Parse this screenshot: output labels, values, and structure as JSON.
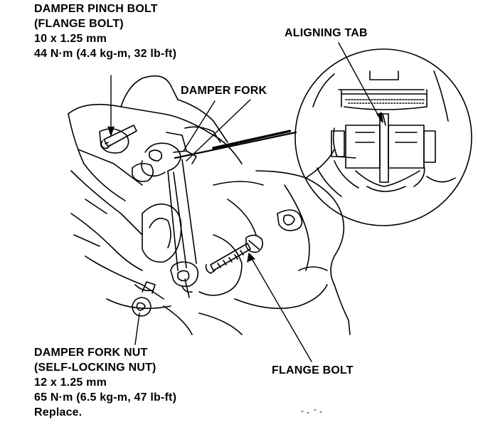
{
  "diagram": {
    "callouts": {
      "damper_pinch_bolt": {
        "name": "DAMPER PINCH BOLT",
        "subname": "(FLANGE BOLT)",
        "size": "10 x 1.25 mm",
        "torque": "44 N·m (4.4 kg-m, 32 lb-ft)"
      },
      "damper_fork": {
        "name": "DAMPER FORK"
      },
      "aligning_tab": {
        "name": "ALIGNING TAB"
      },
      "damper_fork_nut": {
        "name": "DAMPER FORK NUT",
        "subname": "(SELF-LOCKING NUT)",
        "size": "12 x 1.25 mm",
        "torque": "65 N·m (6.5 kg-m, 47 lb-ft)",
        "note": "Replace."
      },
      "flange_bolt": {
        "name": "FLANGE BOLT"
      }
    },
    "colors": {
      "ink": "#000000",
      "paper": "#ffffff"
    }
  }
}
